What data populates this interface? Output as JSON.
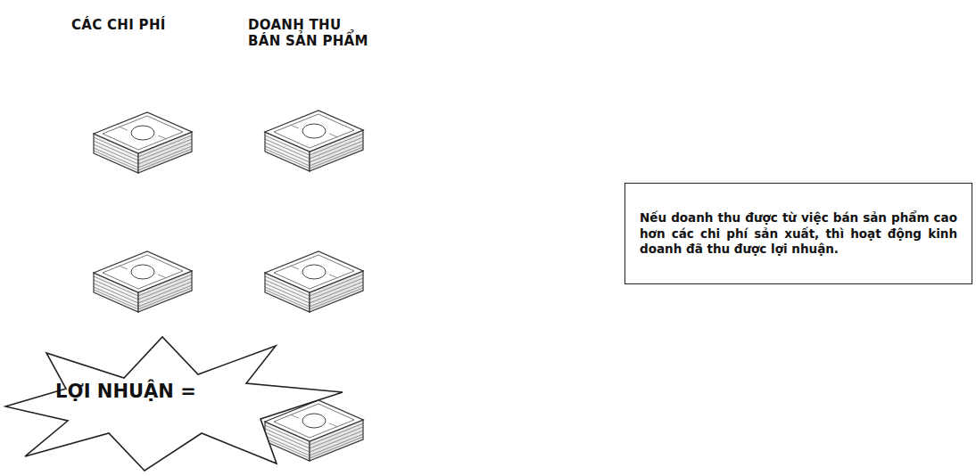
{
  "diagram": {
    "nodes": [
      {
        "text": [
          "LỢI NHUẬN ="
        ]
      },
      {
        "text": [
          "Nếu doanh thu được từ việc bán sản phẩm cao hơn các chi phí sản xuất, thì hoạt động kinh doanh đã thu được lợi nhuận."
        ]
      }
    ],
    "labels": [
      "CÁC CHI PHÍ",
      "DOANH THU BÁN SẢN PHẨM"
    ]
  }
}
